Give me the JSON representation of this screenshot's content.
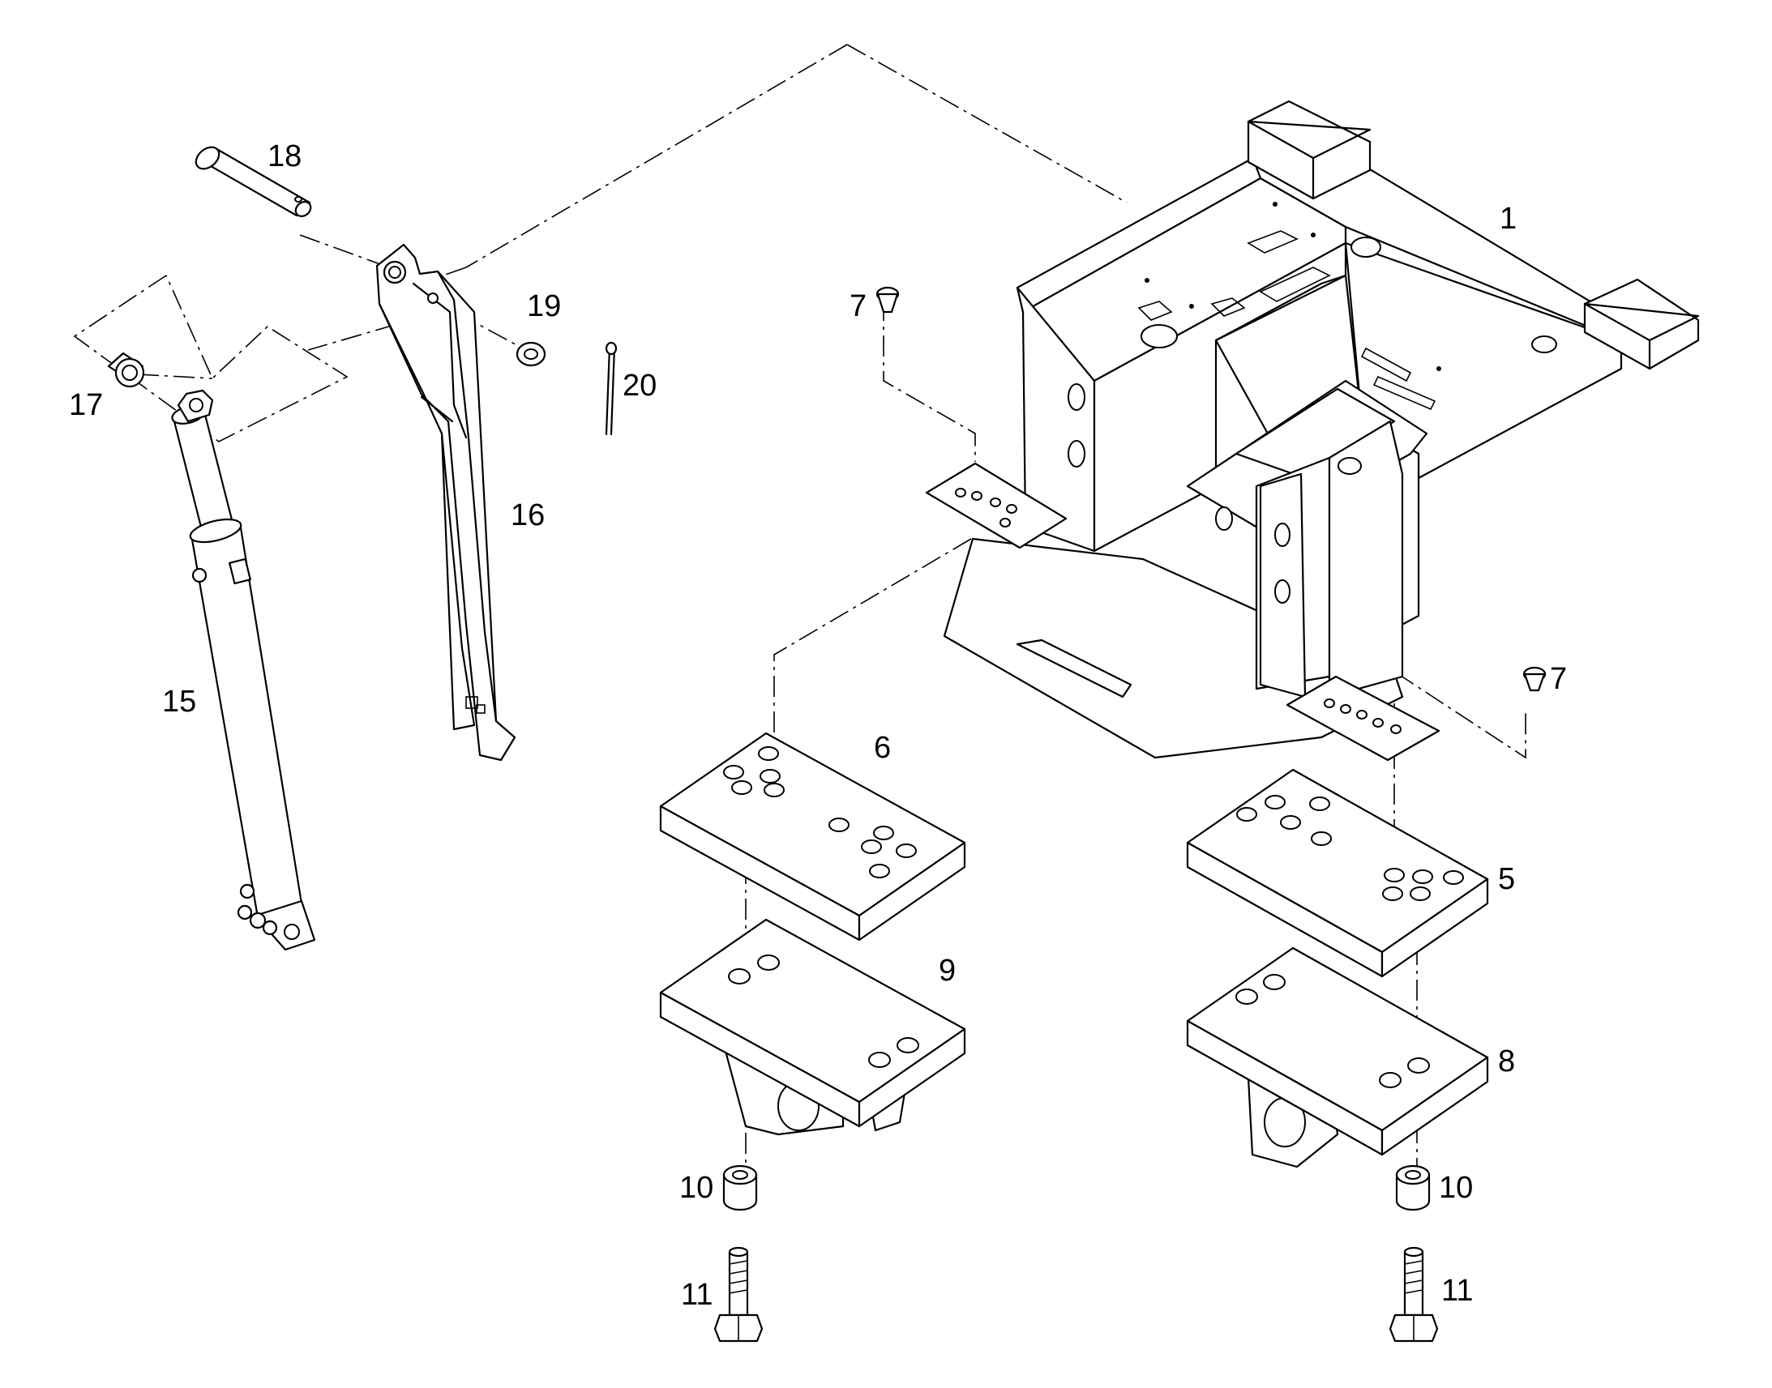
{
  "diagram": {
    "callouts": {
      "c1": "1",
      "c5": "5",
      "c6": "6",
      "c7a": "7",
      "c7b": "7",
      "c8": "8",
      "c9": "9",
      "c10a": "10",
      "c10b": "10",
      "c11a": "11",
      "c11b": "11",
      "c15": "15",
      "c16": "16",
      "c17": "17",
      "c18": "18",
      "c19": "19",
      "c20": "20"
    }
  }
}
